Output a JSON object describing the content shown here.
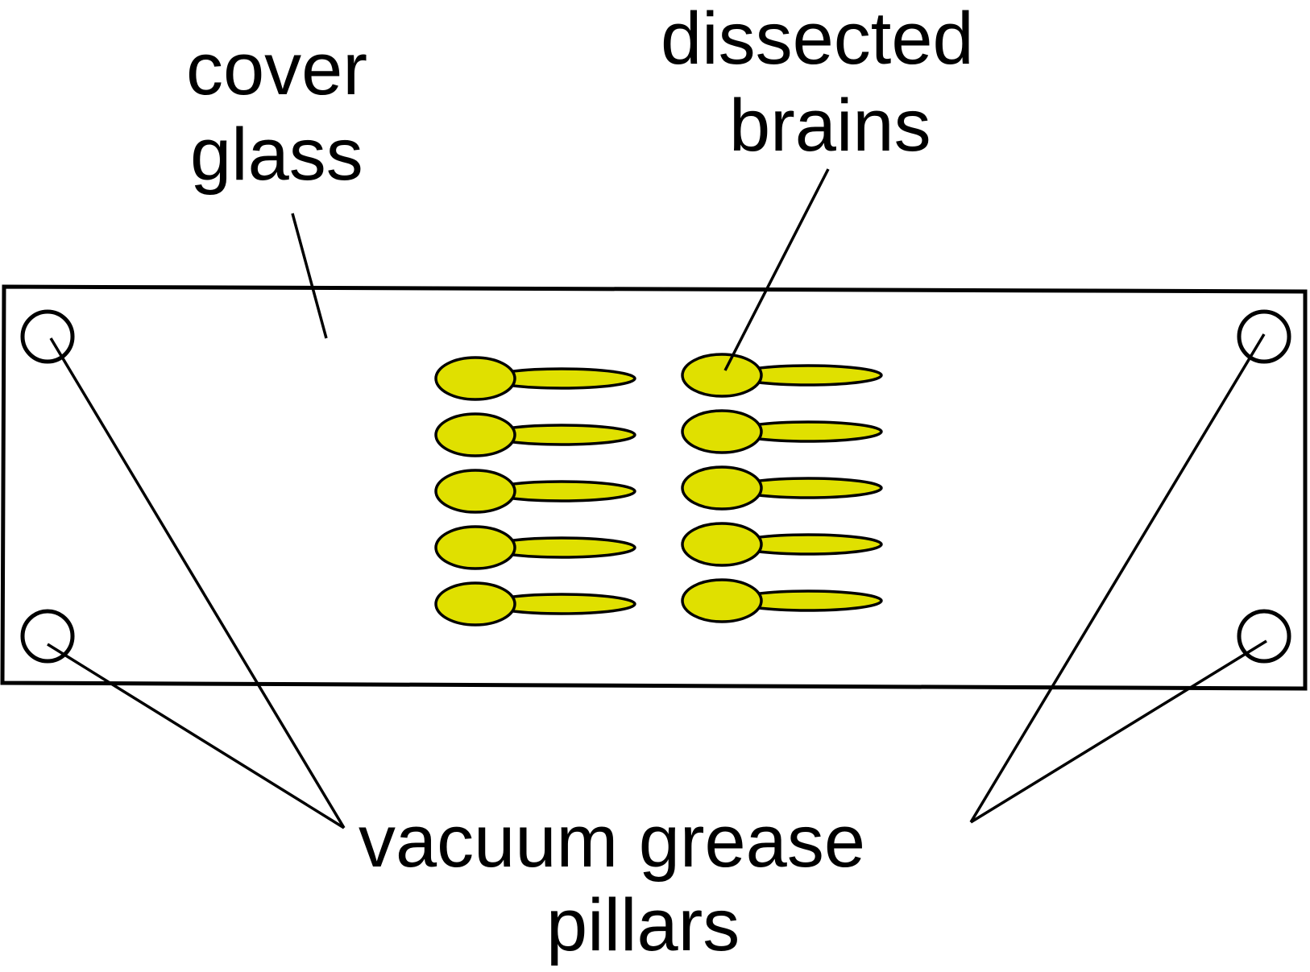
{
  "labels": {
    "cover_glass": [
      "cover",
      "glass"
    ],
    "dissected_brains": [
      "dissected",
      "brains"
    ],
    "vacuum_grease_pillars": [
      "vacuum grease",
      "pillars"
    ]
  },
  "colors": {
    "brain_fill": "#e0e000",
    "outline": "#000000",
    "background": "#ffffff"
  },
  "brains": {
    "columns": 2,
    "rows": 5
  },
  "pillars": {
    "count": 4
  }
}
